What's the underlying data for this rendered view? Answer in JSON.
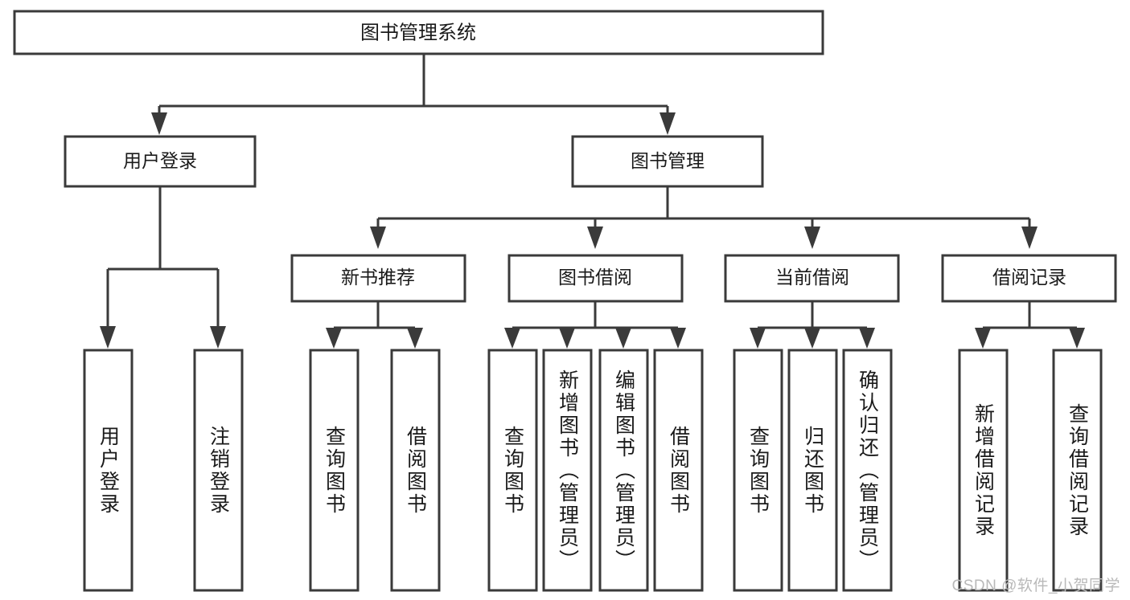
{
  "diagram": {
    "title": "图书管理系统",
    "type": "tree-hierarchy-diagram",
    "root": {
      "label": "图书管理系统"
    },
    "level1": [
      {
        "label": "用户登录"
      },
      {
        "label": "图书管理"
      }
    ],
    "level2": [
      {
        "label": "新书推荐",
        "parent": "图书管理"
      },
      {
        "label": "图书借阅",
        "parent": "图书管理"
      },
      {
        "label": "当前借阅",
        "parent": "图书管理"
      },
      {
        "label": "借阅记录",
        "parent": "图书管理"
      }
    ],
    "leaves": {
      "user_login": [
        {
          "label": "用户登录"
        },
        {
          "label": "注销登录"
        }
      ],
      "new_book_recommend": [
        {
          "label": "查询图书"
        },
        {
          "label": "借阅图书"
        }
      ],
      "book_borrow": [
        {
          "label": "查询图书"
        },
        {
          "label": "新增图书（管理员）"
        },
        {
          "label": "编辑图书（管理员）"
        },
        {
          "label": "借阅图书"
        }
      ],
      "current_borrow": [
        {
          "label": "查询图书"
        },
        {
          "label": "归还图书"
        },
        {
          "label": "确认归还（管理员）"
        }
      ],
      "borrow_record": [
        {
          "label": "新增借阅记录"
        },
        {
          "label": "查询借阅记录"
        }
      ]
    }
  },
  "watermark": {
    "text": "CSDN @软件_小贺同学"
  },
  "colors": {
    "stroke": "#3a3a3a",
    "box_fill": "#ffffff",
    "text": "#1a1a1a",
    "watermark": "#b9b9b9",
    "background": "#ffffff"
  }
}
